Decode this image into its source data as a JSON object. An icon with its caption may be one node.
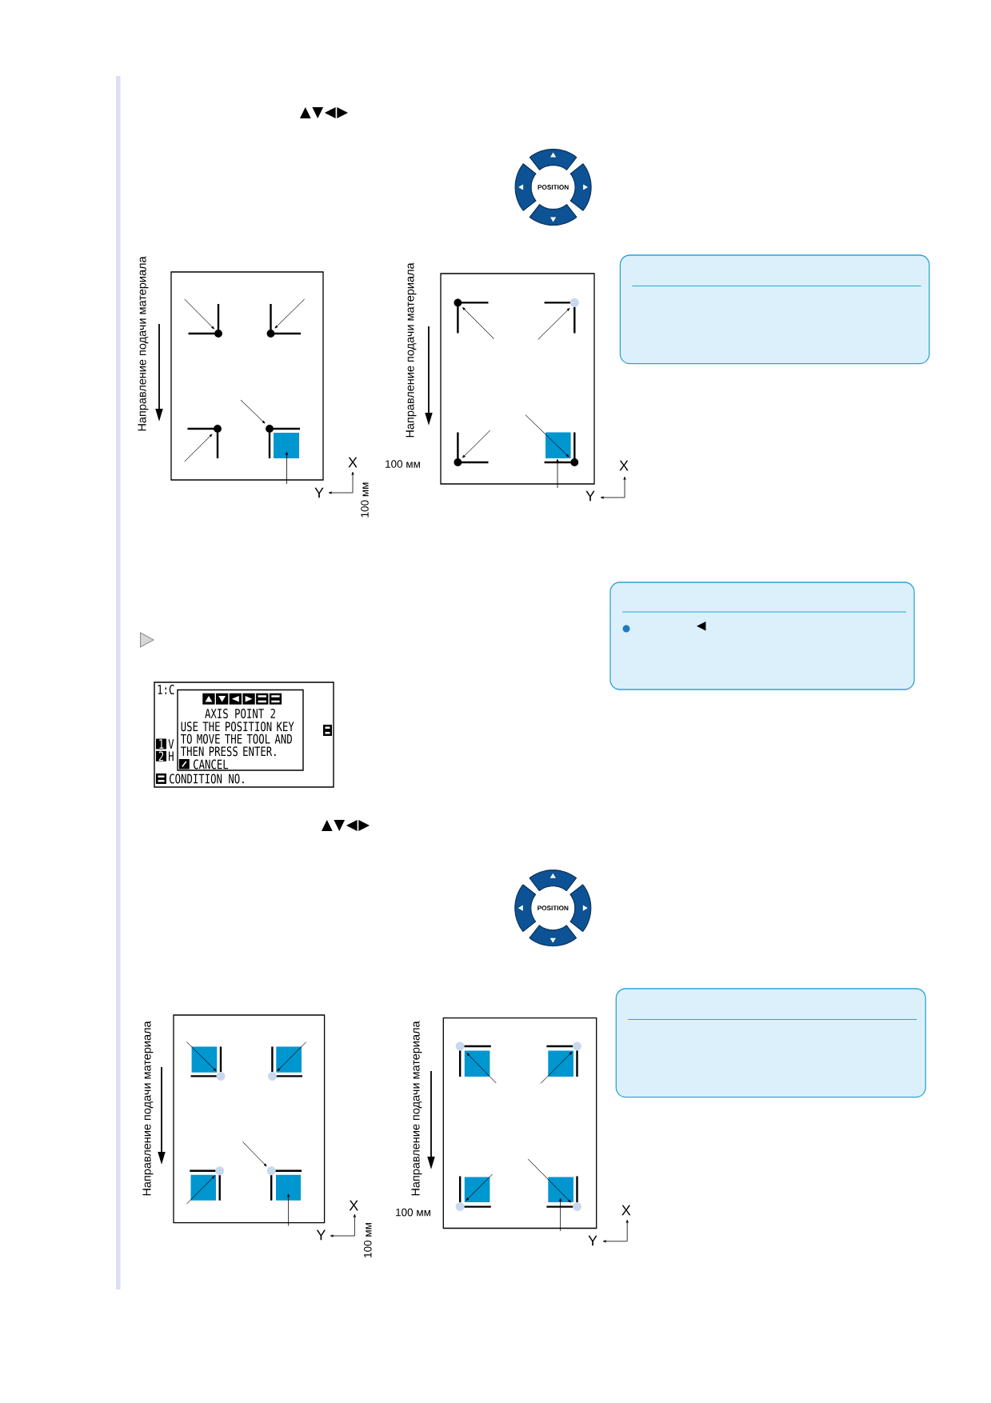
{
  "diagram": {
    "nodes": [
      {
        "text": [],
        "shape": "box"
      },
      {
        "text": [
          "◀"
        ]
      },
      {
        "text": [],
        "shape": "box"
      },
      {
        "text": [
          "1:C",
          "1",
          "V",
          "2",
          "H",
          "CONDITION NO."
        ]
      },
      {
        "text": [
          "AXIS POINT 2",
          "USE THE POSITION KEY TO MOVE THE TOOL AND THEN PRESS ENTER.",
          "CANCEL"
        ],
        "in": 3
      }
    ],
    "labels": [
      "▲▼◀▶",
      "POSITION",
      "Направление подачи материала",
      "X",
      "Y",
      "100 мм",
      "Направление подачи материала",
      "100 мм",
      "X",
      "Y",
      "▲▼◀▶",
      "POSITION",
      "Направление подачи материала",
      "X",
      "Y",
      "100 мм",
      "Направление подачи материала",
      "100 мм",
      "X",
      "Y"
    ]
  }
}
